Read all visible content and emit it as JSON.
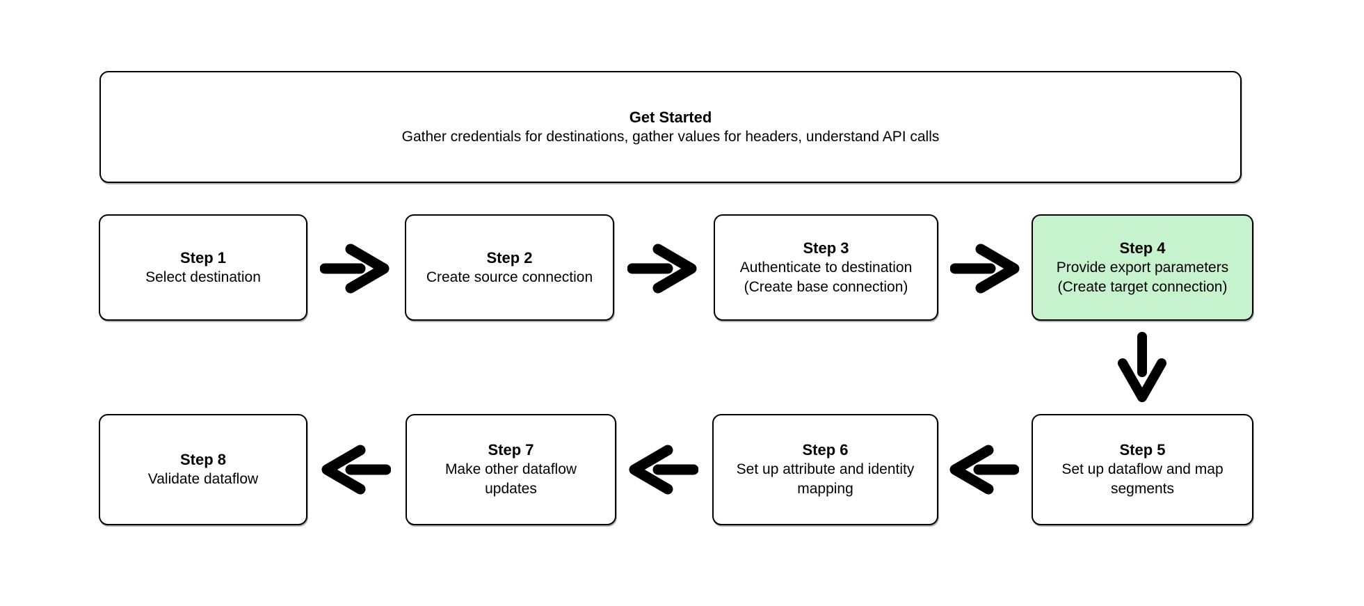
{
  "page": {
    "background": "#ffffff"
  },
  "diagram": {
    "type": "flowchart",
    "box_fill": "#ffffff",
    "box_border_color": "#000000",
    "highlight_fill": "#c6f2ce",
    "arrow_color": "#000000",
    "text_color": "#000000",
    "header": {
      "title": "Get Started",
      "description": "Gather credentials for destinations, gather values for headers, understand API calls"
    },
    "steps": [
      {
        "id": "step-1",
        "label": "Step 1",
        "text_lines": [
          "Select destination"
        ],
        "highlighted": false
      },
      {
        "id": "step-2",
        "label": "Step 2",
        "text_lines": [
          "Create source connection"
        ],
        "highlighted": false
      },
      {
        "id": "step-3",
        "label": "Step 3",
        "text_lines": [
          "Authenticate to destination",
          "(Create base connection)"
        ],
        "highlighted": false
      },
      {
        "id": "step-4",
        "label": "Step 4",
        "text_lines": [
          "Provide export parameters",
          "(Create target connection)"
        ],
        "highlighted": true
      },
      {
        "id": "step-5",
        "label": "Step 5",
        "text_lines": [
          "Set up dataflow and map",
          "segments"
        ],
        "highlighted": false
      },
      {
        "id": "step-6",
        "label": "Step 6",
        "text_lines": [
          "Set up attribute and identity",
          "mapping"
        ],
        "highlighted": false
      },
      {
        "id": "step-7",
        "label": "Step 7",
        "text_lines": [
          "Make other dataflow",
          "updates"
        ],
        "highlighted": false
      },
      {
        "id": "step-8",
        "label": "Step 8",
        "text_lines": [
          "Validate dataflow"
        ],
        "highlighted": false
      }
    ],
    "connectors": [
      {
        "from": "step-1",
        "to": "step-2",
        "direction": "right"
      },
      {
        "from": "step-2",
        "to": "step-3",
        "direction": "right"
      },
      {
        "from": "step-3",
        "to": "step-4",
        "direction": "right"
      },
      {
        "from": "step-4",
        "to": "step-5",
        "direction": "down"
      },
      {
        "from": "step-5",
        "to": "step-6",
        "direction": "left"
      },
      {
        "from": "step-6",
        "to": "step-7",
        "direction": "left"
      },
      {
        "from": "step-7",
        "to": "step-8",
        "direction": "left"
      }
    ]
  }
}
